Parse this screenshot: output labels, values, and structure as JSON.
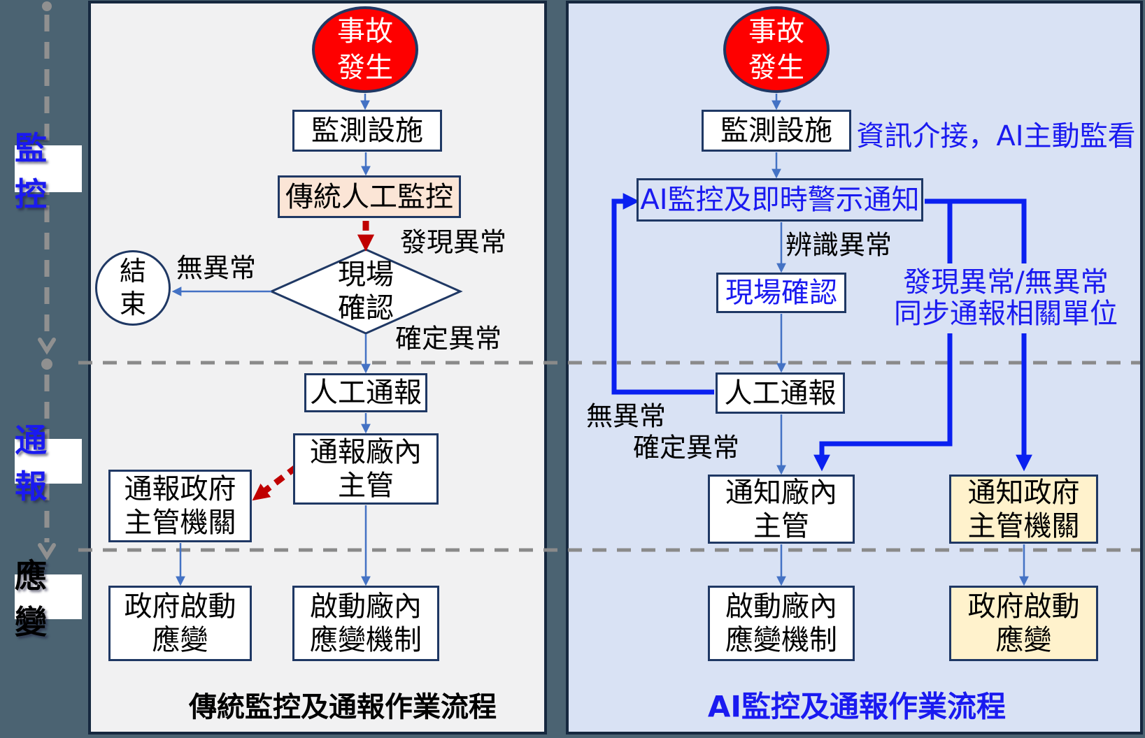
{
  "colors": {
    "slide_bg": "#4b6372",
    "left_panel_bg": "#f1f1f2",
    "right_panel_bg": "#d9e2f4",
    "panel_border": "#16283f",
    "box_border": "#1f3864",
    "incident_red": "#fe0000",
    "manual_monitor_pink": "#fbe5d6",
    "gov_yellow": "#fff2cc",
    "thin_arrow_blue": "#4472c4",
    "thick_arrow_blue": "#0a20f0",
    "blue_text": "#1a1af0",
    "red_arrow": "#c00000",
    "dash_gray": "#8a8a8a"
  },
  "sidebar": {
    "phases": [
      {
        "label": "監控"
      },
      {
        "label": "通報"
      },
      {
        "label": "應變"
      }
    ]
  },
  "left": {
    "title": "傳統監控及通報作業流程",
    "nodes": {
      "incident": [
        "事故",
        "發生"
      ],
      "monitoring_facility": "監測設施",
      "manual_monitoring": "傳統人工監控",
      "site_confirmation": [
        "現場",
        "確認"
      ],
      "end": [
        "結",
        "束"
      ],
      "manual_report": "人工通報",
      "report_plant_supervisor": [
        "通報廠內",
        "主管"
      ],
      "report_government": [
        "通報政府",
        "主管機關"
      ],
      "government_response": [
        "政府啟動",
        "應變"
      ],
      "plant_response": [
        "啟動廠內",
        "應變機制"
      ]
    },
    "labels": {
      "anomaly_found": "發現異常",
      "no_anomaly": "無異常",
      "anomaly_confirmed": "確定異常"
    }
  },
  "right": {
    "title": "AI監控及通報作業流程",
    "nodes": {
      "incident": [
        "事故",
        "發生"
      ],
      "monitoring_facility": "監測設施",
      "ai_monitoring": "AI監控及即時警示通知",
      "site_confirmation": "現場確認",
      "manual_report": "人工通報",
      "notify_plant_supervisor": [
        "通知廠內",
        "主管"
      ],
      "notify_government": [
        "通知政府",
        "主管機關"
      ],
      "plant_response": [
        "啟動廠內",
        "應變機制"
      ],
      "government_response": [
        "政府啟動",
        "應變"
      ]
    },
    "labels": {
      "data_integration": "資訊介接，AI主動監看",
      "identify_anomaly": "辨識異常",
      "sync_notify": [
        "發現異常/無異常",
        "同步通報相關單位"
      ],
      "no_anomaly": "無異常",
      "anomaly_confirmed": "確定異常"
    }
  }
}
